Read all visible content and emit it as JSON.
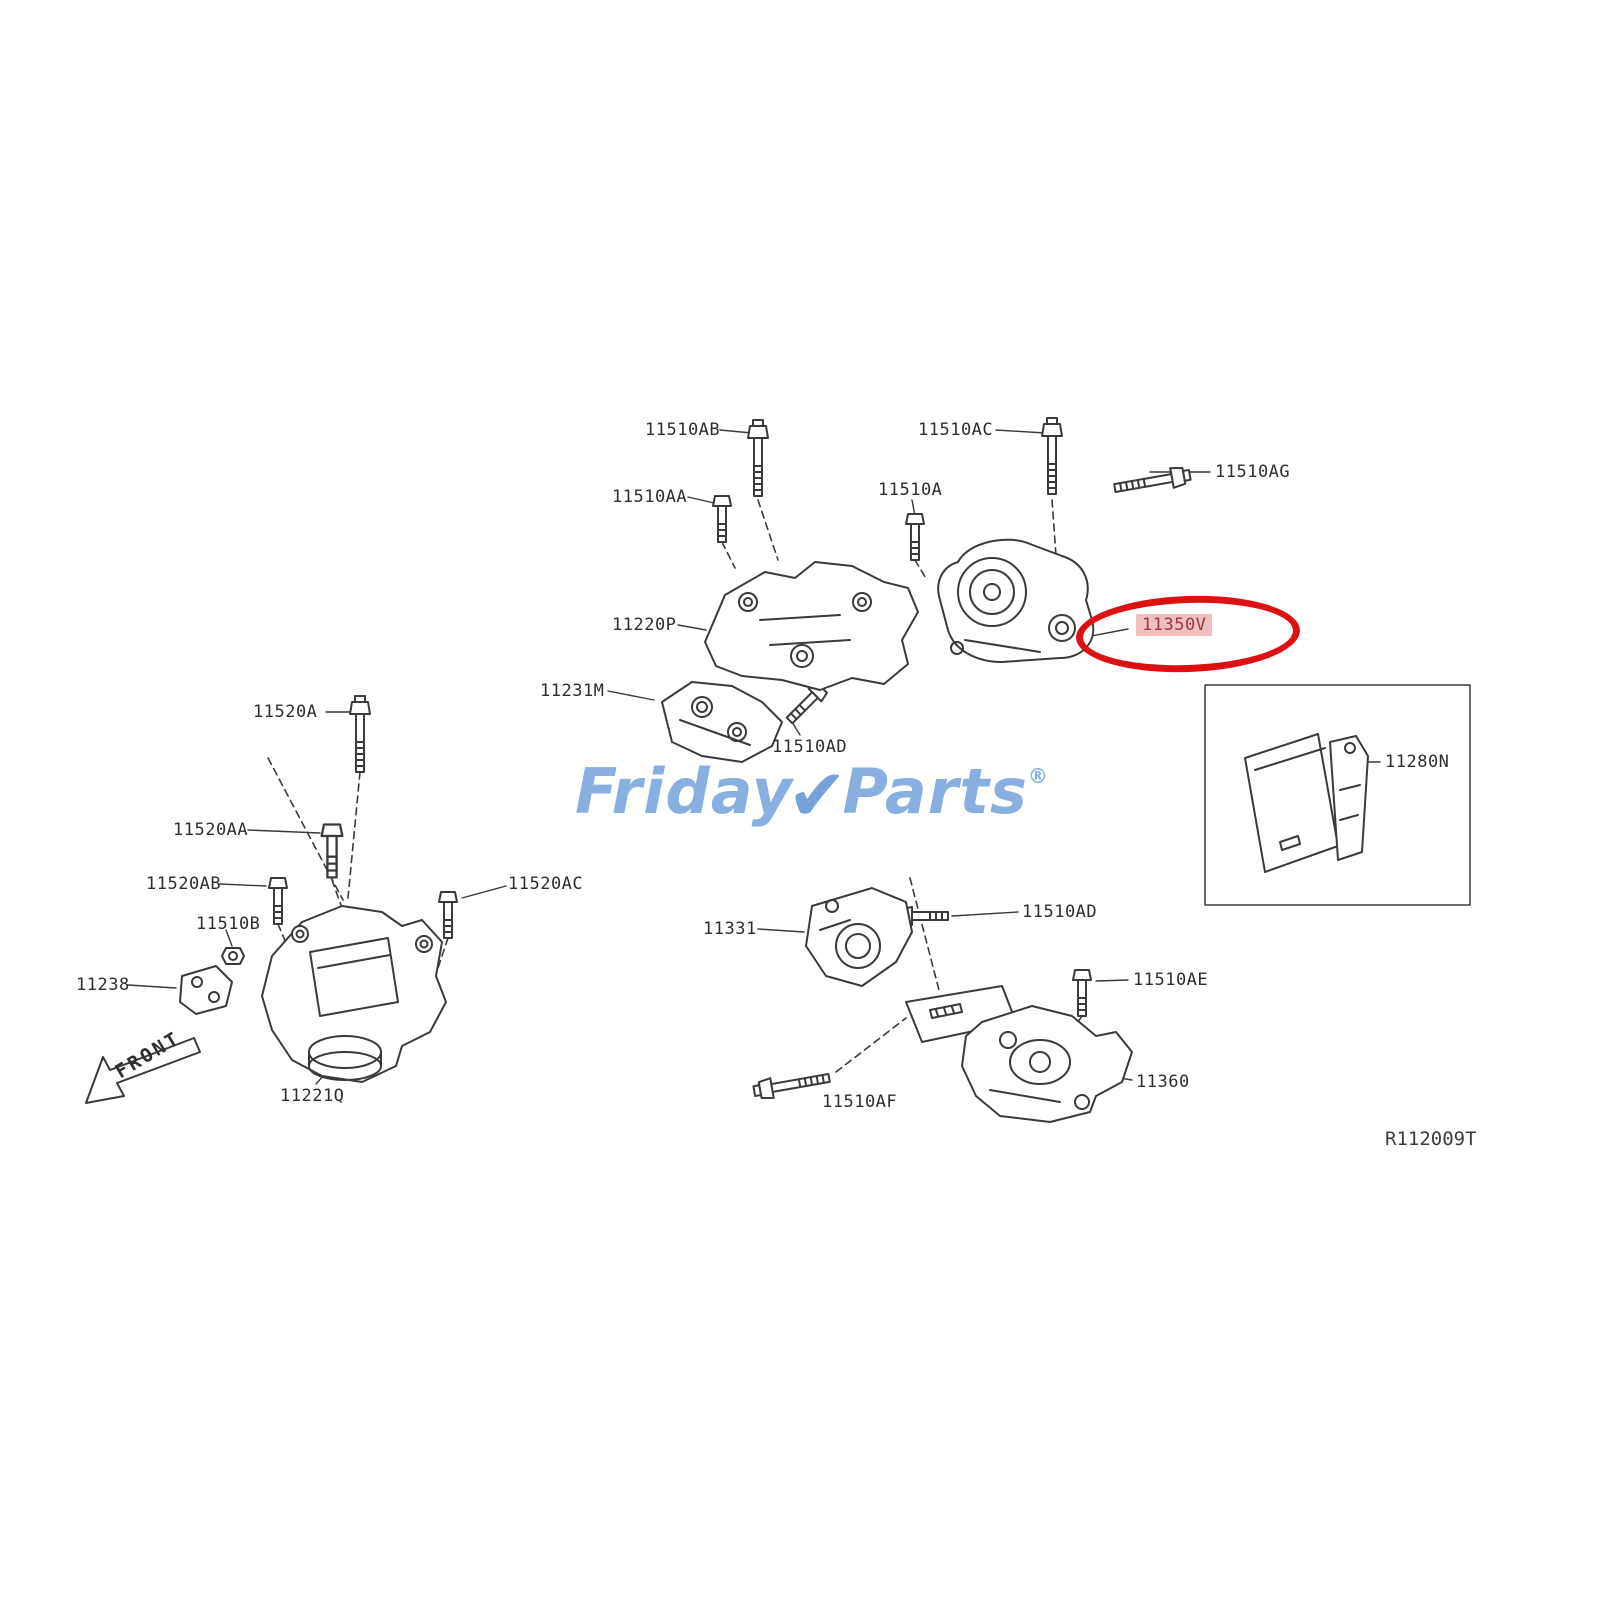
{
  "brand": {
    "name_left": "Friday",
    "check_mark": "✔",
    "name_right": "Parts",
    "registered": "®",
    "color": "#7ea9dd"
  },
  "diagram": {
    "ref_code": "R112009T",
    "front_label": "FRONT",
    "highlighted_part": "11350V",
    "colors": {
      "line": "#3a3a3a",
      "highlight_stroke": "#dd1111",
      "highlight_fill": "#f1bfbf"
    }
  },
  "part_labels": {
    "p11510AB": "11510AB",
    "p11510AC": "11510AC",
    "p11510AG": "11510AG",
    "p11510AA": "11510AA",
    "p11510A": "11510A",
    "p11220P": "11220P",
    "p11231M": "11231M",
    "p11510AD_top": "11510AD",
    "p11350V": "11350V",
    "p11280N": "11280N",
    "p11520A": "11520A",
    "p11520AA": "11520AA",
    "p11520AB": "11520AB",
    "p11510B": "11510B",
    "p11238": "11238",
    "p11520AC": "11520AC",
    "p11221Q": "11221Q",
    "p11331": "11331",
    "p11510AD_bottom": "11510AD",
    "p11510AE": "11510AE",
    "p11510AF": "11510AF",
    "p11360": "11360"
  }
}
